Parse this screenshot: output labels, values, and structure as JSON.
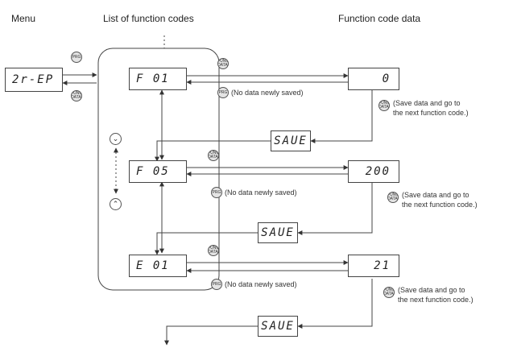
{
  "headers": {
    "menu": "Menu",
    "list": "List of function codes",
    "data": "Function code data"
  },
  "menu_display": "2r-EP",
  "codes": [
    "F 01",
    "F 05",
    "E 01"
  ],
  "values": [
    "0",
    "200",
    "21"
  ],
  "save_display": "SAUE",
  "labels": {
    "no_save": "(No data newly saved)",
    "save_line1": "(Save data and go to",
    "save_line2": "the next function code.)"
  },
  "icons": {
    "func_data_key": "FUNC DATA",
    "prg_key": "PRG",
    "down_key": "⌄",
    "up_key": "⌃"
  }
}
